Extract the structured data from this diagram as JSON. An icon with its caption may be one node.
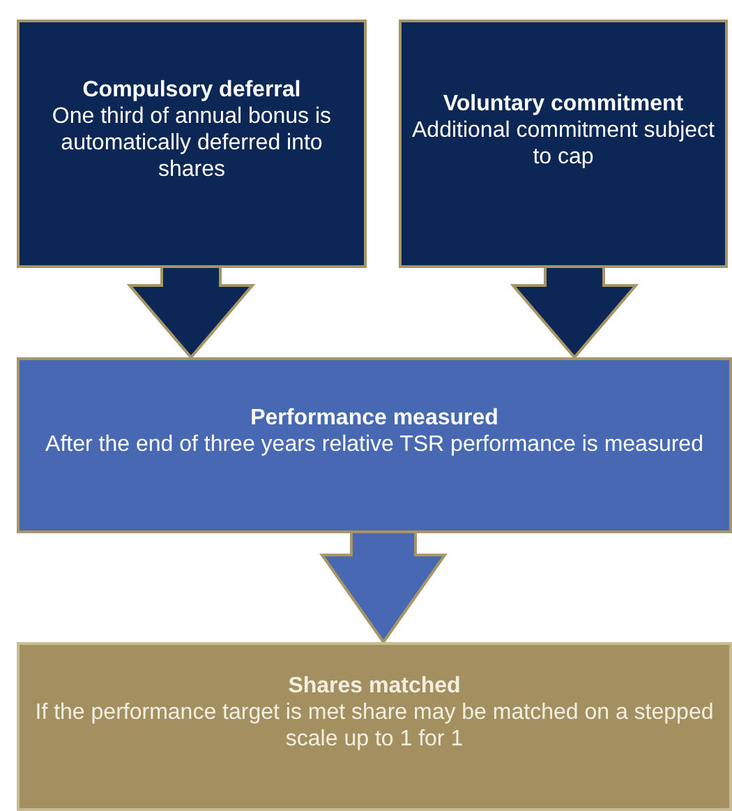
{
  "diagram": {
    "nodes": [
      {
        "text": [
          "Compulsory deferral",
          "One third of annual bonus is automatically deferred into shares"
        ]
      },
      {
        "text": [
          "Voluntary commitment",
          "Additional commitment subject to cap"
        ]
      },
      {
        "text": [
          "Performance measured",
          "After the end of three years relative TSR performance is measured"
        ]
      },
      {
        "text": [
          "Shares matched",
          "If the performance target is met share may be matched on a stepped scale up to 1 for 1"
        ]
      }
    ],
    "edges": [
      {
        "from": 0,
        "to": 2,
        "arrow": "to"
      },
      {
        "from": 1,
        "to": 2,
        "arrow": "to"
      },
      {
        "from": 2,
        "to": 3,
        "arrow": "to"
      }
    ]
  }
}
